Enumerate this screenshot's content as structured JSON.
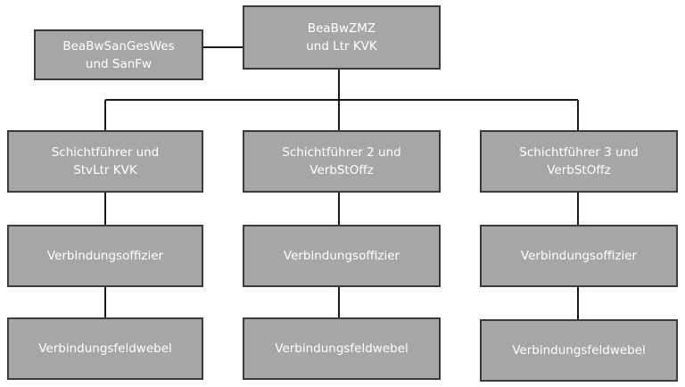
{
  "org_chart": {
    "top": {
      "line1": "BeaBwZMZ",
      "line2": "und Ltr KVK"
    },
    "side": {
      "line1": "BeaBwSanGesWes",
      "line2": "und SanFw"
    },
    "columns": [
      {
        "lead": {
          "line1": "Schichtführer und",
          "line2": "StvLtr KVK"
        },
        "officer": "Verbindungsoffizier",
        "sergeant": "Verbindungsfeldwebel"
      },
      {
        "lead": {
          "line1": "Schichtführer 2 und",
          "line2": "VerbStOffz"
        },
        "officer": "Verbindungsoffizier",
        "sergeant": "Verbindungsfeldwebel"
      },
      {
        "lead": {
          "line1": "Schichtführer 3 und",
          "line2": "VerbStOffz"
        },
        "officer": "Verbindungsoffizier",
        "sergeant": "Verbindungsfeldwebel"
      }
    ]
  }
}
